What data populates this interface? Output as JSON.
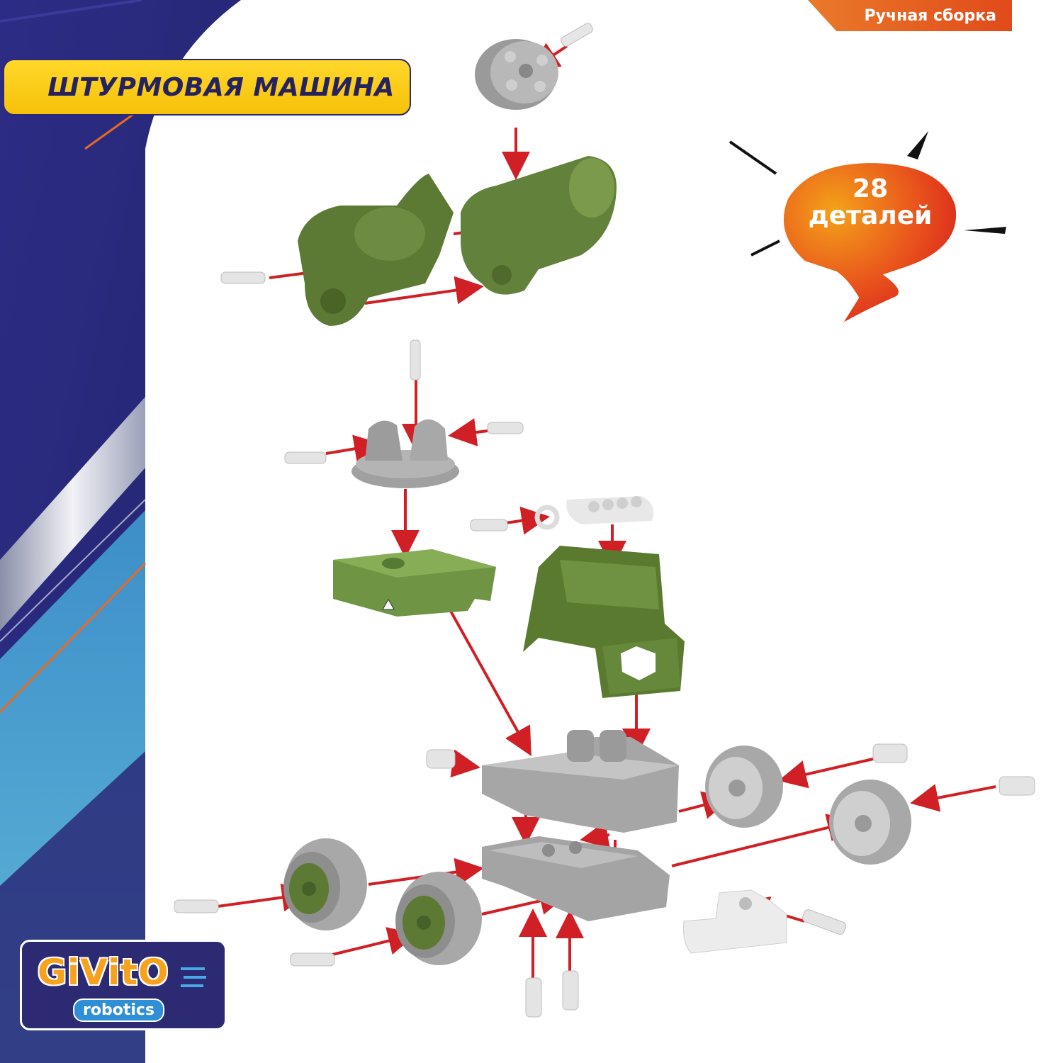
{
  "title": "ШТУРМОВАЯ МАШИНА",
  "corner_tag": "Ручная сборка",
  "parts_badge": {
    "count": "28",
    "label": "деталей"
  },
  "logo": {
    "brand": "GiVitO",
    "sub": "robotics"
  },
  "colors": {
    "navy": "#2b2a72",
    "accent_orange": "#e86a22",
    "banner_yellow": "#f6c10a",
    "part_green": "#5c7a34",
    "part_gray": "#a8a8a8",
    "arrow_red": "#d11f26"
  },
  "parts": [
    "cannon-cap",
    "cannon-left-half",
    "cannon-right-half",
    "turret-mount",
    "rear-deck",
    "searchlight",
    "cab",
    "chassis-top",
    "chassis-bottom",
    "wheel-front-left",
    "wheel-rear-left",
    "wheel-front-right",
    "wheel-rear-right",
    "rear-bumper",
    "screw"
  ]
}
